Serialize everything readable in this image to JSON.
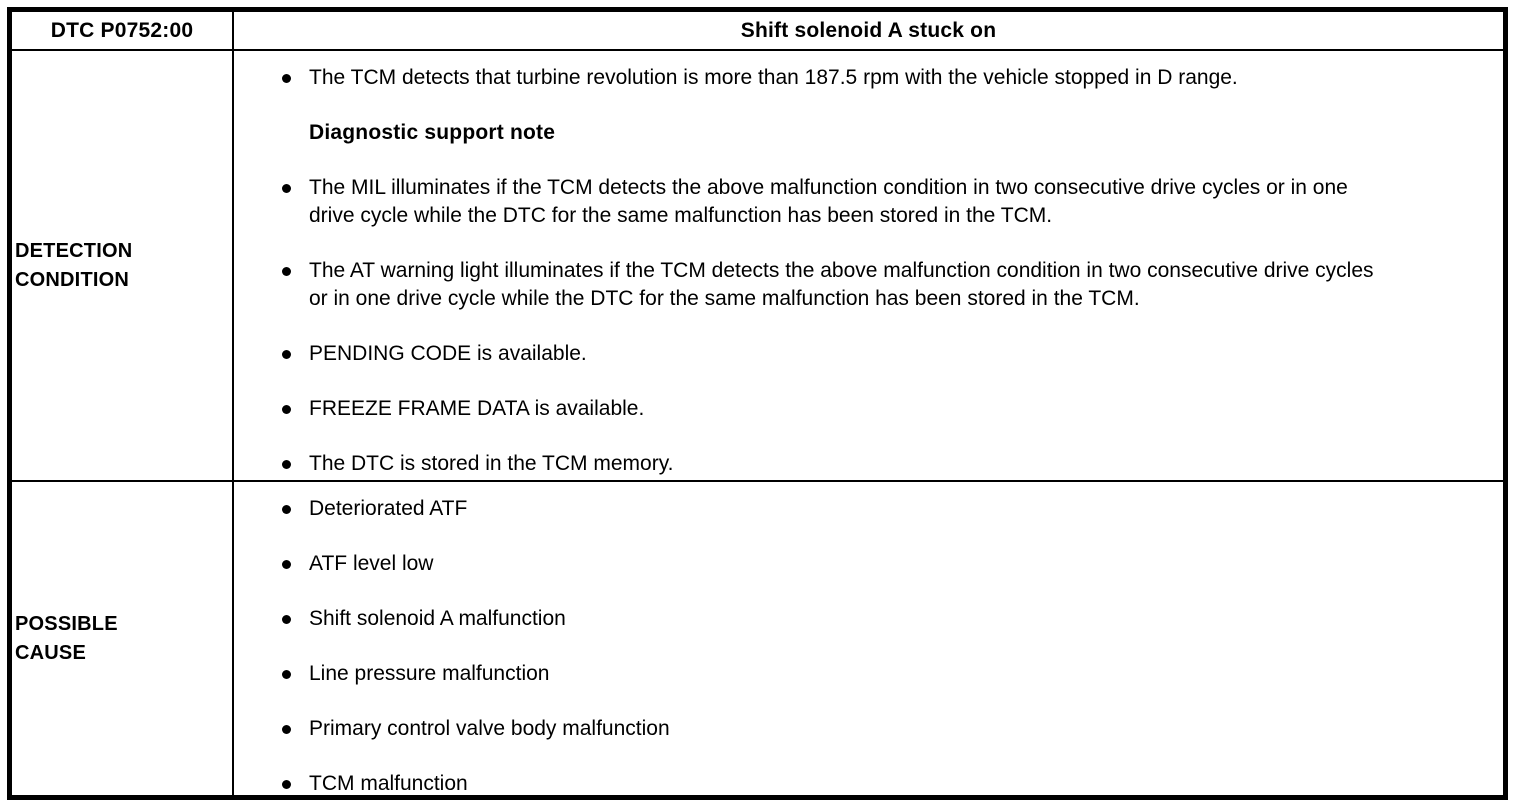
{
  "colors": {
    "border": "#000000",
    "text": "#000000",
    "background": "#ffffff"
  },
  "header": {
    "dtc_code": "DTC P0752:00",
    "title": "Shift solenoid A stuck on"
  },
  "detection_condition": {
    "label": "DETECTION CONDITION",
    "items": [
      {
        "type": "bullet",
        "icon": "bullet-dot-icon",
        "text": "The TCM detects that turbine revolution is more than 187.5 rpm with the vehicle stopped in D range."
      },
      {
        "type": "heading",
        "text": "Diagnostic support note"
      },
      {
        "type": "bullet",
        "icon": "bullet-dot-icon",
        "text": "The MIL illuminates if the TCM detects the above malfunction condition in two consecutive drive cycles or in one drive cycle while the DTC for the same malfunction has been stored in the TCM."
      },
      {
        "type": "bullet",
        "icon": "bullet-dot-icon",
        "text": "The AT warning light illuminates if the TCM detects the above malfunction condition in two consecutive drive cycles or in one drive cycle while the DTC for the same malfunction has been stored in the TCM."
      },
      {
        "type": "bullet",
        "icon": "bullet-dot-icon",
        "text": "PENDING CODE is available."
      },
      {
        "type": "bullet",
        "icon": "bullet-dot-icon",
        "text": "FREEZE FRAME DATA is available."
      },
      {
        "type": "bullet",
        "icon": "bullet-dot-icon",
        "text": "The DTC is stored in the TCM memory."
      }
    ]
  },
  "possible_cause": {
    "label": "POSSIBLE CAUSE",
    "items": [
      {
        "type": "bullet",
        "icon": "bullet-dot-icon",
        "text": "Deteriorated ATF"
      },
      {
        "type": "bullet",
        "icon": "bullet-dot-icon",
        "text": "ATF level low"
      },
      {
        "type": "bullet",
        "icon": "bullet-dot-icon",
        "text": "Shift solenoid A malfunction"
      },
      {
        "type": "bullet",
        "icon": "bullet-dot-icon",
        "text": "Line pressure malfunction"
      },
      {
        "type": "bullet",
        "icon": "bullet-dot-icon",
        "text": "Primary control valve body malfunction"
      },
      {
        "type": "bullet",
        "icon": "bullet-dot-icon",
        "text": "TCM malfunction"
      }
    ]
  }
}
